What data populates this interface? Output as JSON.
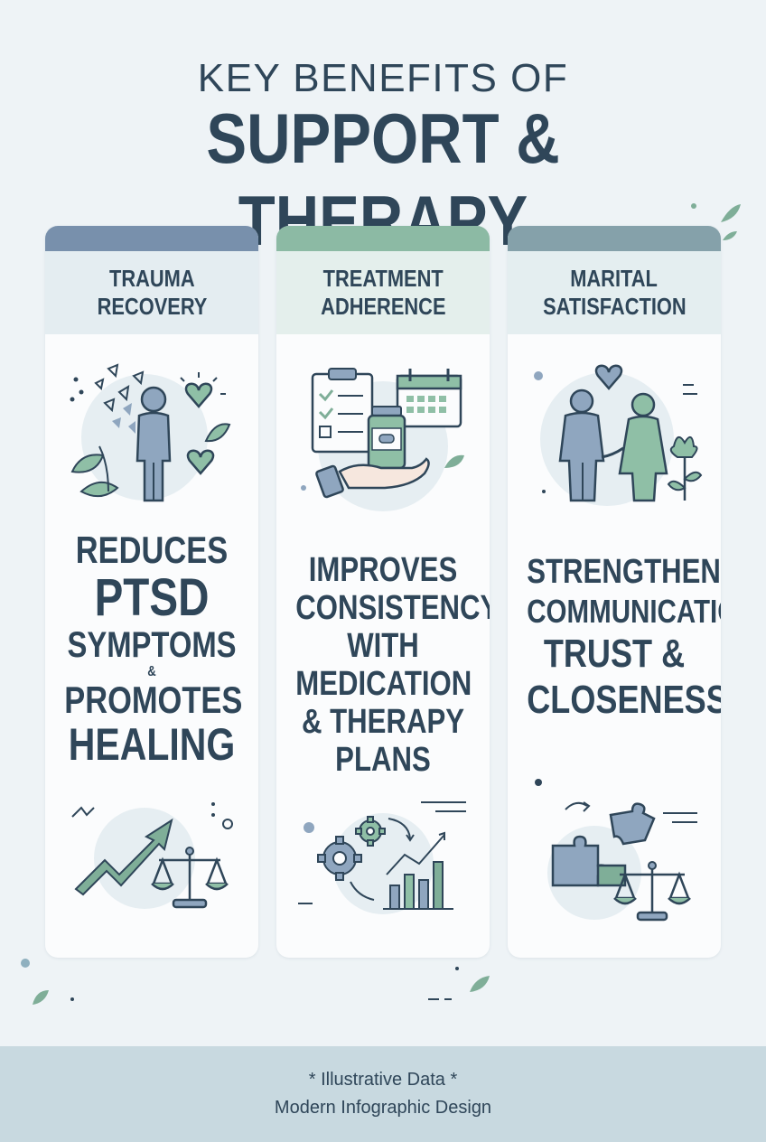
{
  "title": {
    "line1": "KEY BENEFITS OF",
    "line2": "SUPPORT & THERAPY"
  },
  "colors": {
    "navy": "#2f4659",
    "blue": "#6f86a6",
    "green": "#6a9c83",
    "teal": "#7b97a3",
    "header_tint": "#e4eef0",
    "footer_bg": "#c8d9e0"
  },
  "cards": [
    {
      "header": [
        "TRAUMA",
        "RECOVERY"
      ],
      "accent": "#6f86a6",
      "icons": [
        "person-heart-icon",
        "growth-chart-icon",
        "balance-scale-icon"
      ],
      "text": [
        "REDUCES",
        "PTSD",
        "SYMPTOMS",
        "&",
        "PROMOTES",
        "HEALING"
      ]
    },
    {
      "header": [
        "TREATMENT",
        "ADHERENCE"
      ],
      "accent": "#7fae98",
      "icons": [
        "checklist-icon",
        "medication-bottle-icon",
        "calendar-icon",
        "gears-icon",
        "bar-chart-icon"
      ],
      "text": [
        "IMPROVES",
        "CONSISTENCY",
        "WITH",
        "MEDICATION",
        "& THERAPY",
        "PLANS"
      ]
    },
    {
      "header": [
        "MARITAL",
        "SATISFACTION"
      ],
      "accent": "#7b97a3",
      "icons": [
        "couple-heart-icon",
        "puzzle-icon",
        "balance-scale-icon"
      ],
      "text": [
        "STRENGTHENS",
        "COMMUNICATION,",
        "TRUST &",
        "CLOSENESS"
      ]
    }
  ],
  "footer": {
    "line1": "* Illustrative Data *",
    "line2": "Modern Infographic Design"
  }
}
